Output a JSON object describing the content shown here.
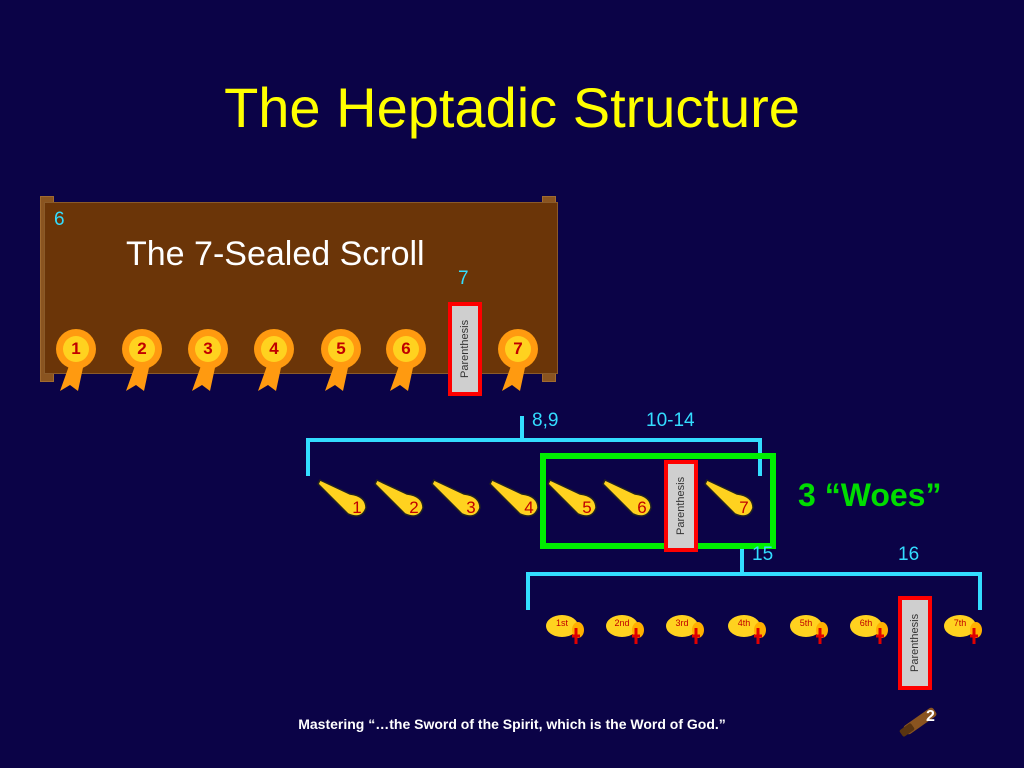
{
  "title": "The Heptadic Structure",
  "scroll": {
    "label": "The 7-Sealed Scroll",
    "corner_num": "6",
    "seventh_num": "7",
    "seals": [
      "1",
      "2",
      "3",
      "4",
      "5",
      "6",
      "7"
    ],
    "parenthesis": "Parenthesis"
  },
  "trumpets": {
    "label_left": "8,9",
    "label_right": "10-14",
    "items": [
      "1",
      "2",
      "3",
      "4",
      "5",
      "6",
      "7"
    ],
    "parenthesis": "Parenthesis",
    "woes": "3 “Woes”"
  },
  "bowls": {
    "label_left": "15",
    "label_right": "16",
    "items": [
      "1st",
      "2nd",
      "3rd",
      "4th",
      "5th",
      "6th",
      "7th"
    ],
    "parenthesis": "Parenthesis"
  },
  "footer": "Mastering “…the Sword of the Spirit, which is the Word of God.”",
  "page_number": "2",
  "colors": {
    "background": "#0b0347",
    "title": "#ffff00",
    "bracket": "#33ddff",
    "woes": "#00dd00",
    "paren_border": "#ff0000"
  }
}
